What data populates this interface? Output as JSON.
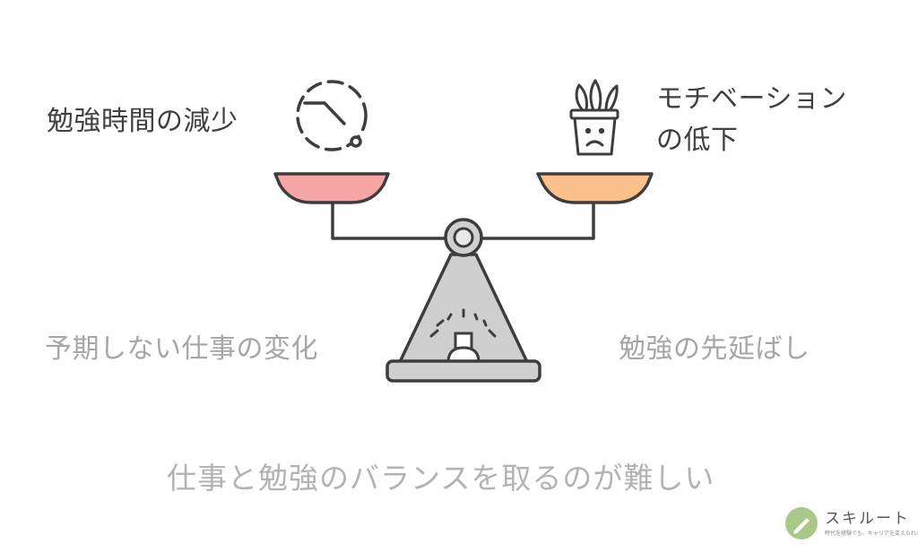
{
  "labels": {
    "top_left": "勉強時間の減少",
    "top_right_line1": "モチベーション",
    "top_right_line2": "の低下",
    "mid_left": "予期しない仕事の変化",
    "mid_right": "勉強の先延ばし",
    "bottom": "仕事と勉強のバランスを取るのが難しい"
  },
  "icons": {
    "left": "clock-icon",
    "right": "wilted-plant-pot-icon",
    "center": "gauge-icon"
  },
  "colors": {
    "left_pan": "#f7a5a5",
    "right_pan": "#fcc08a",
    "base": "#cfcfcf",
    "stroke": "#3d3d3d"
  },
  "logo": {
    "name": "スキルート",
    "tagline": "時代を経験でも、キャリアを変えられる"
  }
}
